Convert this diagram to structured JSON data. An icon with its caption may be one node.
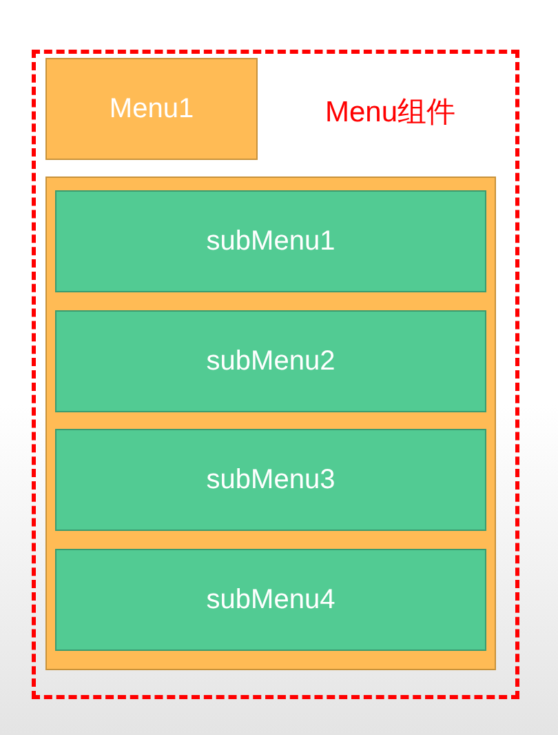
{
  "diagram": {
    "nodes": [
      {
        "text": [
          "Menu组件"
        ]
      },
      {
        "text": [
          "Menu1"
        ],
        "in": 0
      },
      {
        "text": [],
        "shape": "box",
        "in": 0
      },
      {
        "text": [
          "subMenu1"
        ],
        "in": 2
      },
      {
        "text": [
          "subMenu2"
        ],
        "in": 2
      },
      {
        "text": [
          "subMenu3"
        ],
        "in": 2
      },
      {
        "text": [
          "subMenu4"
        ],
        "in": 2
      }
    ]
  }
}
